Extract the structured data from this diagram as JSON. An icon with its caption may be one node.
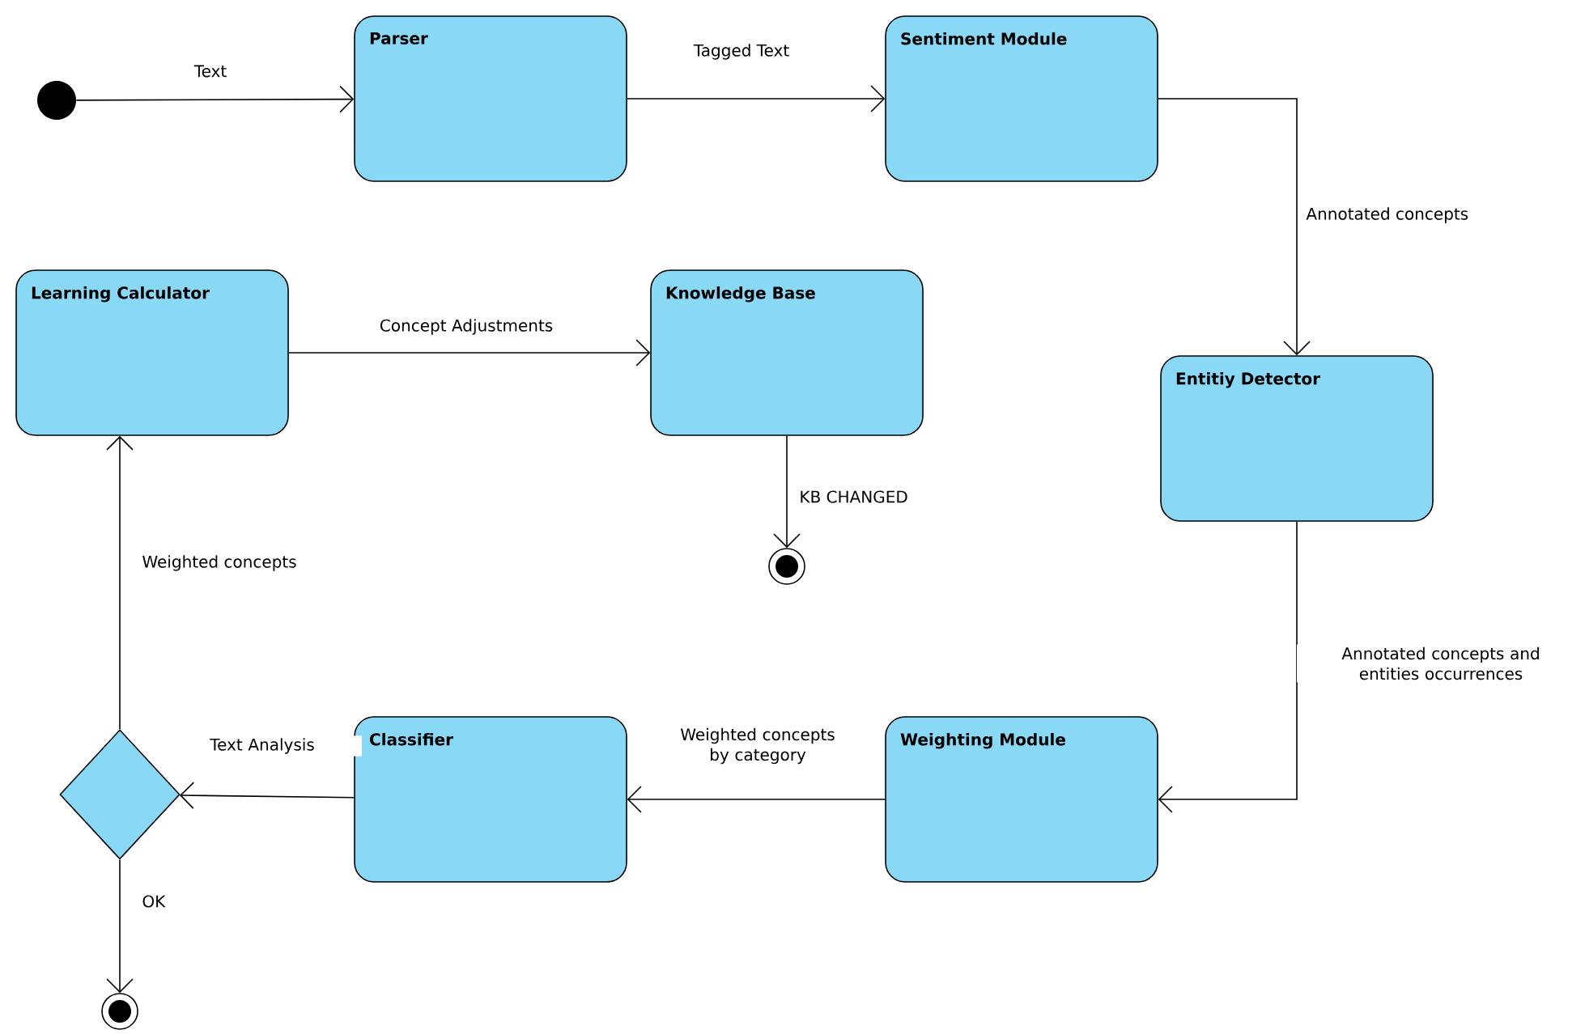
{
  "diagram": {
    "nodes": [
      {
        "text": [],
        "shape": "circle"
      },
      {
        "text": [
          "Parser"
        ]
      },
      {
        "text": [
          "Sentiment  Module"
        ]
      },
      {
        "text": [
          "Learning Calculator"
        ]
      },
      {
        "text": [
          "Knowledge Base"
        ]
      },
      {
        "text": [
          "Entitiy Detector"
        ]
      },
      {
        "text": [],
        "shape": "circle"
      },
      {
        "text": [],
        "shape": "diamond"
      },
      {
        "text": [
          "Classifier"
        ]
      },
      {
        "text": [
          "Weighting Module"
        ]
      },
      {
        "text": [],
        "shape": "circle"
      }
    ],
    "edges": [
      {
        "from": 0,
        "to": 1,
        "arrow": "to",
        "label": "Text"
      },
      {
        "from": 1,
        "to": 2,
        "arrow": "to",
        "label": "Tagged Text"
      },
      {
        "from": 2,
        "to": 5,
        "arrow": "to",
        "label": "Annotated concepts"
      },
      {
        "from": 5,
        "to": 9,
        "arrow": "to",
        "label": "Annotated concepts and entities occurrences"
      },
      {
        "from": 9,
        "to": 8,
        "arrow": "to",
        "label": "Weighted concepts by category"
      },
      {
        "from": 8,
        "to": 7,
        "arrow": "to",
        "label": "Text Analysis"
      },
      {
        "from": 7,
        "to": 3,
        "arrow": "to",
        "label": "Weighted concepts"
      },
      {
        "from": 3,
        "to": 4,
        "arrow": "to",
        "label": "Concept Adjustments"
      },
      {
        "from": 4,
        "to": 6,
        "arrow": "to",
        "label": "KB CHANGED"
      },
      {
        "from": 7,
        "to": 10,
        "arrow": "to",
        "label": "OK"
      }
    ]
  }
}
